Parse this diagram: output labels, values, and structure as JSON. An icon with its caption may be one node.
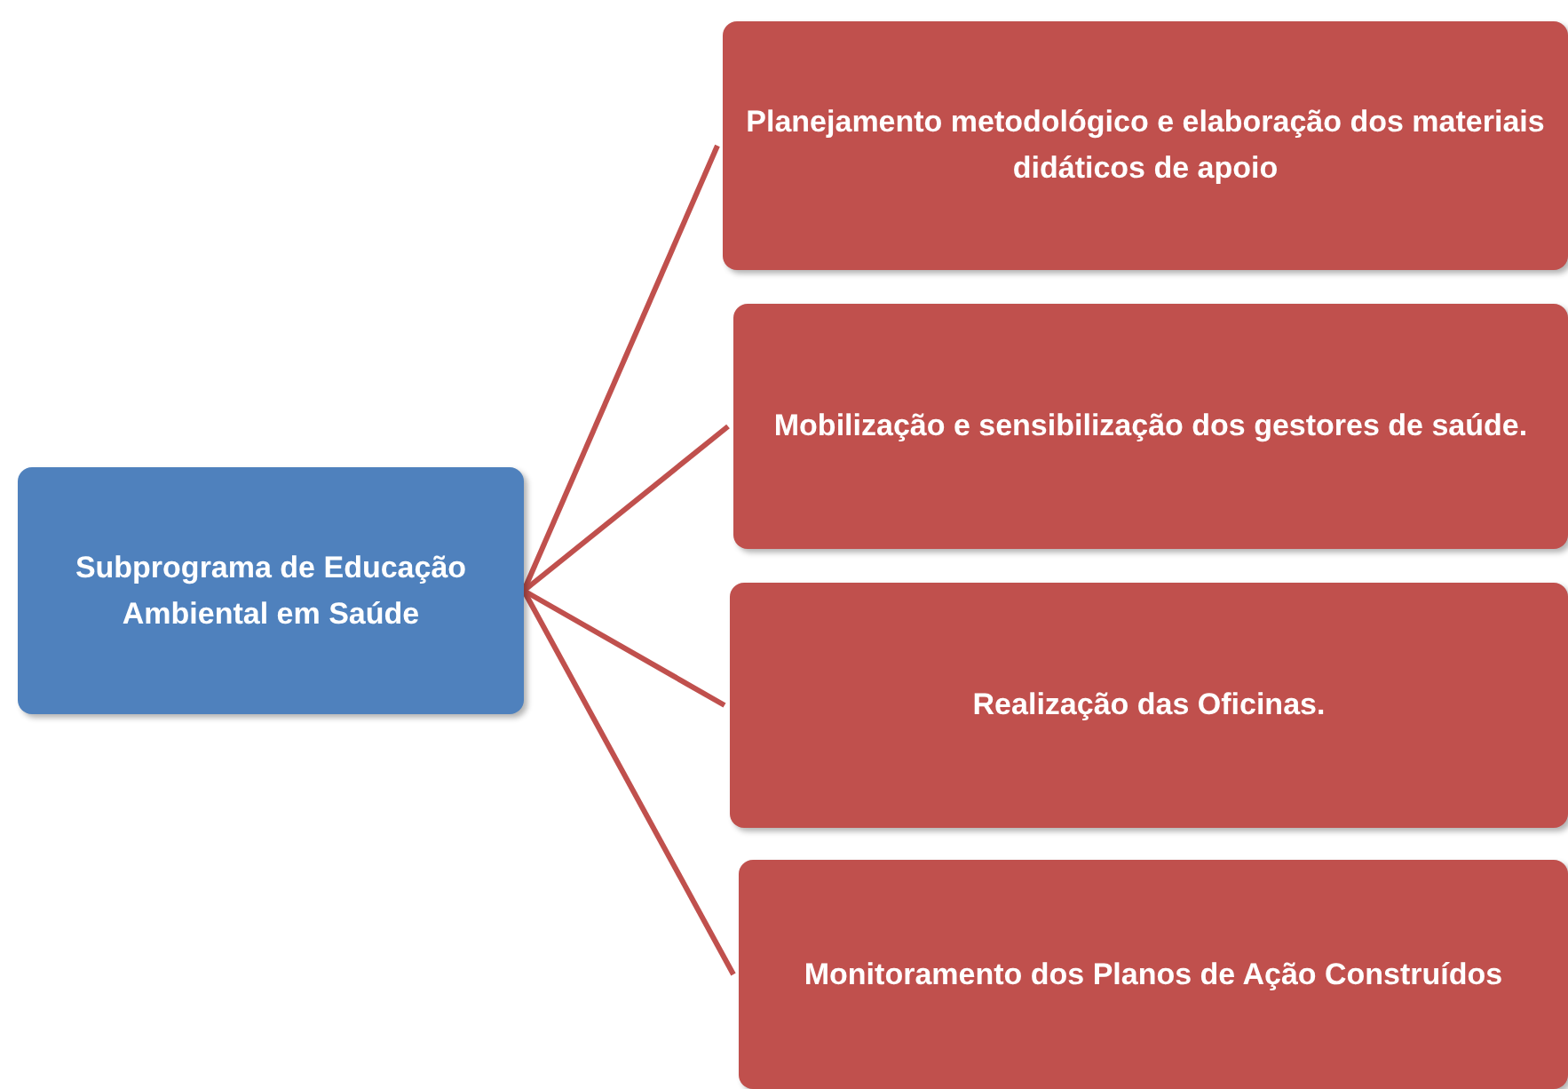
{
  "diagram": {
    "nodes": [
      {
        "text": [
          "Subprograma de Educação Ambiental em Saúde"
        ]
      },
      {
        "text": [
          "Planejamento metodológico e elaboração dos materiais didáticos de apoio"
        ]
      },
      {
        "text": [
          "Mobilização e sensibilização dos gestores de saúde."
        ]
      },
      {
        "text": [
          "Realização das Oficinas."
        ]
      },
      {
        "text": [
          "Monitoramento dos Planos de Ação Construídos"
        ]
      }
    ],
    "edges": [
      {
        "from": 0,
        "to": 1,
        "arrow": "none"
      },
      {
        "from": 0,
        "to": 2,
        "arrow": "none"
      },
      {
        "from": 0,
        "to": 3,
        "arrow": "none"
      },
      {
        "from": 0,
        "to": 4,
        "arrow": "none"
      }
    ]
  }
}
